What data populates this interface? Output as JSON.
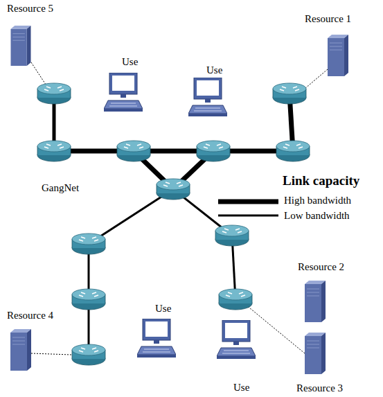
{
  "diagram": {
    "nodes": [
      {
        "text": [
          "Resource 5"
        ]
      },
      {
        "text": [
          "Resource 1"
        ]
      },
      {
        "text": [
          "Use"
        ]
      },
      {
        "text": [
          "Use"
        ]
      },
      {
        "text": [
          "Resource 2"
        ]
      },
      {
        "text": [
          "Use"
        ]
      },
      {
        "text": [
          "Resource 4"
        ]
      },
      {
        "text": [
          "Use"
        ]
      },
      {
        "text": [
          "Resource 3"
        ]
      }
    ],
    "labels": [
      "GangNet",
      "Link capacity"
    ],
    "legend": [
      {
        "text": "High bandwidth"
      },
      {
        "text": "Low bandwidth"
      }
    ]
  }
}
